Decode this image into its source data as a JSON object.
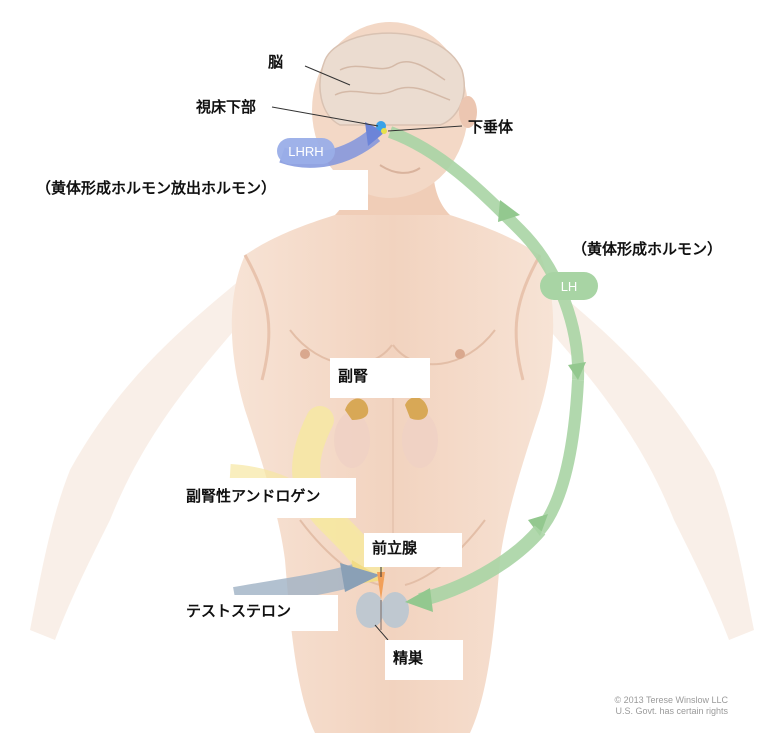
{
  "labels": {
    "brain": "脳",
    "hypothalamus": "視床下部",
    "pituitary": "下垂体",
    "lhrh_tag": "LHRH",
    "lhrh_desc": "（黄体形成ホルモン放出ホルモン）",
    "lh_desc": "（黄体形成ホルモン）",
    "lh_tag": "LH",
    "adrenal": "副腎",
    "adrenal_androgen": "副腎性アンドロゲン",
    "prostate": "前立腺",
    "testosterone": "テストステロン",
    "testis": "精巣"
  },
  "credit": {
    "line1": "© 2013 Terese Winslow LLC",
    "line2": "U.S. Govt. has certain rights"
  },
  "colors": {
    "skin": "#f4d9c6",
    "skin_shadow": "#e3bea7",
    "brain": "#ebdcd0",
    "arrow_green": "#a8d4a4",
    "arrow_blue": "#7f94dd",
    "arrow_yellow": "#f6e7a2",
    "arrow_slate": "#9fb2c4",
    "gland": "#d8a856"
  }
}
